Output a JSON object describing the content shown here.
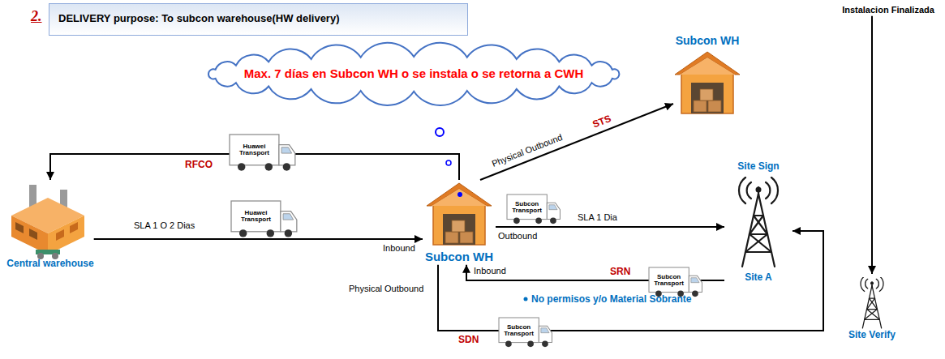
{
  "diagram": {
    "title": "DELIVERY purpose: To subcon warehouse(HW delivery)",
    "nodes": [
      {
        "text": [
          "Max. 7 días en Subcon WH o se instala o se retorna a CWH"
        ]
      },
      {
        "text": [
          "Central warehouse"
        ]
      },
      {
        "text": [
          "Subcon WH"
        ]
      },
      {
        "text": [
          "Subcon WH"
        ]
      },
      {
        "text": [
          "Site Sign",
          "Site A"
        ]
      },
      {
        "text": [
          "Site Verify"
        ]
      },
      {
        "text": [
          "Instalacion Finalizada"
        ]
      }
    ],
    "edges": [
      {
        "from": 1,
        "to": 2,
        "label": "SLA 1 O 2 Dias",
        "arrow": "to"
      },
      {
        "from": 2,
        "to": 1,
        "label": "RFCO",
        "arrow": "to"
      },
      {
        "from": 2,
        "to": 3,
        "label": "STS",
        "arrow": "to"
      },
      {
        "from": 2,
        "to": 4,
        "label": "SLA 1 Dia",
        "arrow": "to"
      },
      {
        "from": 4,
        "to": 2,
        "label": "SRN",
        "arrow": "to"
      },
      {
        "from": 2,
        "to": 4,
        "label": "SDN",
        "arrow": "to"
      },
      {
        "from": 6,
        "to": 5,
        "arrow": "to"
      }
    ],
    "labels": [
      "2.",
      "Huawei Transport",
      "Huawei Transport",
      "Inbound",
      "Outbound",
      "Physical Outbound",
      "Subcon Transport",
      "Inbound",
      "Subcon Transport",
      "No permisos y/o Material Sobrante",
      "Physical Outbound",
      "Subcon Transport"
    ]
  }
}
